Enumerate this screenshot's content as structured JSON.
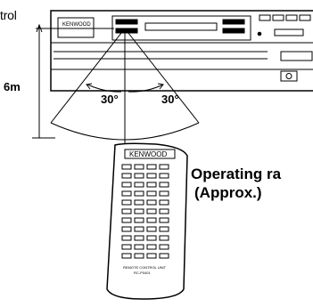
{
  "labels": {
    "partial_word": "trol",
    "distance": "6m",
    "angle_left": "30°",
    "angle_right": "30°",
    "range_line1": "Operating ra",
    "range_line2": "(Approx.)"
  },
  "unit": {
    "brand": "KENWOOD"
  },
  "remote": {
    "brand": "KENWOOD",
    "small_text1": "REMOTE CONTROL UNIT",
    "small_text2": "RC-P0401"
  },
  "colors": {
    "ink": "#000000",
    "background": "#ffffff"
  }
}
